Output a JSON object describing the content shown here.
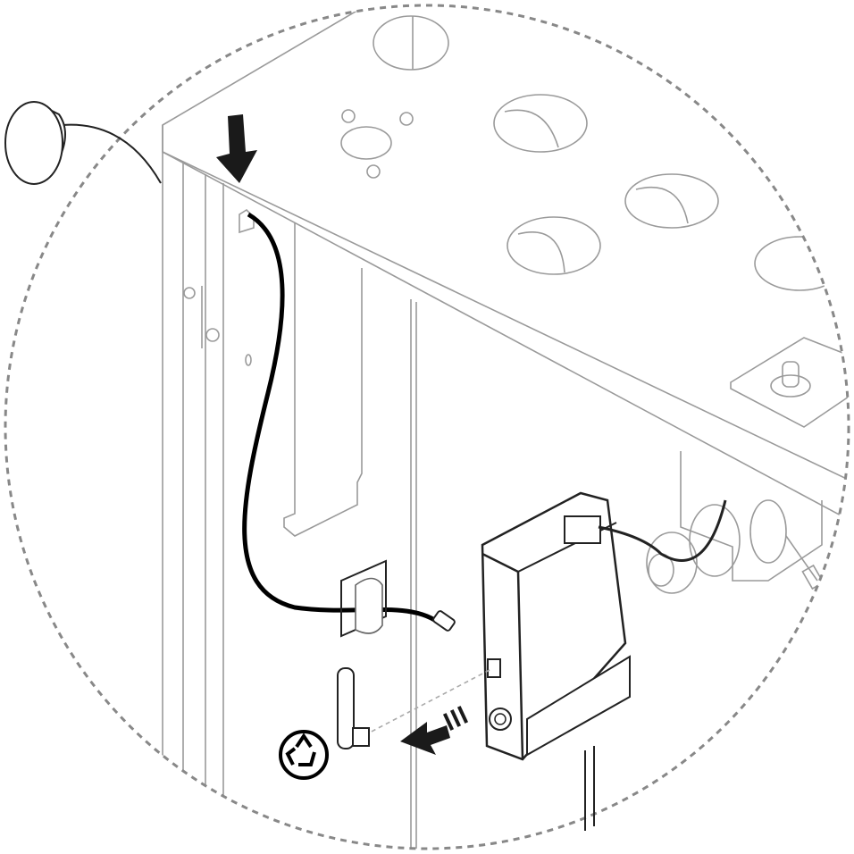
{
  "illustration": {
    "colors": {
      "line": "#9a9a9a",
      "ink": "#1a1a1a",
      "cable": "#000000",
      "background": "#ffffff"
    },
    "icons": [
      "detail-circle",
      "insert-arrow-icon",
      "remove-arrow-icon",
      "recycle-icon",
      "external-antenna",
      "wall-bracket-clip",
      "gateway-device",
      "stub-antenna"
    ]
  }
}
